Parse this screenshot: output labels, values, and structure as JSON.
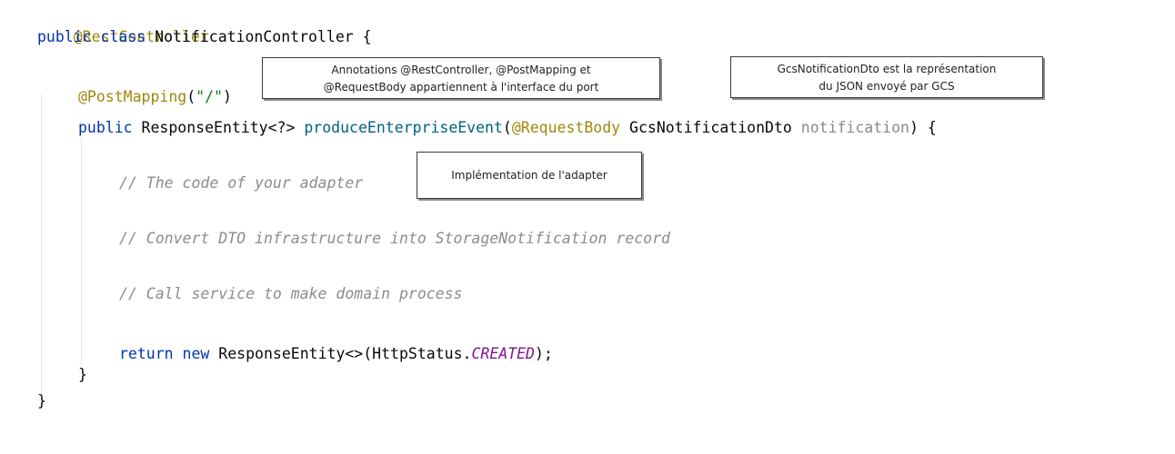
{
  "code": {
    "line1": {
      "annotation": "@RestController"
    },
    "line2": {
      "kw1": "public",
      "kw2": "class",
      "name": "NotificationController",
      "brace": " {"
    },
    "line3": {
      "annotation": "@PostMapping",
      "open": "(",
      "string": "\"/\"",
      "close": ")"
    },
    "line4": {
      "kw": "public",
      "type": "ResponseEntity<?>",
      "method": "produceEnterpriseEvent",
      "open": "(",
      "annotation": "@RequestBody",
      "ptype": "GcsNotificationDto",
      "pname": "notification",
      "close": ") {"
    },
    "comment1": "// The code of your adapter",
    "comment2": "// Convert DTO infrastructure into StorageNotification record",
    "comment3": "// Call service to make domain process",
    "ret": {
      "kw1": "return",
      "kw2": "new",
      "expr": "ResponseEntity<>(HttpStatus.",
      "const": "CREATED",
      "end": ");"
    },
    "close_method": "}",
    "close_class": "}"
  },
  "notes": {
    "annotations_note": {
      "line1": "Annotations @RestController, @PostMapping et",
      "line2": "@RequestBody appartiennent à l'interface du port"
    },
    "dto_note": {
      "line1": "GcsNotificationDto est la représentation",
      "line2": "du JSON envoyé par GCS"
    },
    "adapter_note": {
      "line1": "Implémentation de l'adapter"
    }
  }
}
